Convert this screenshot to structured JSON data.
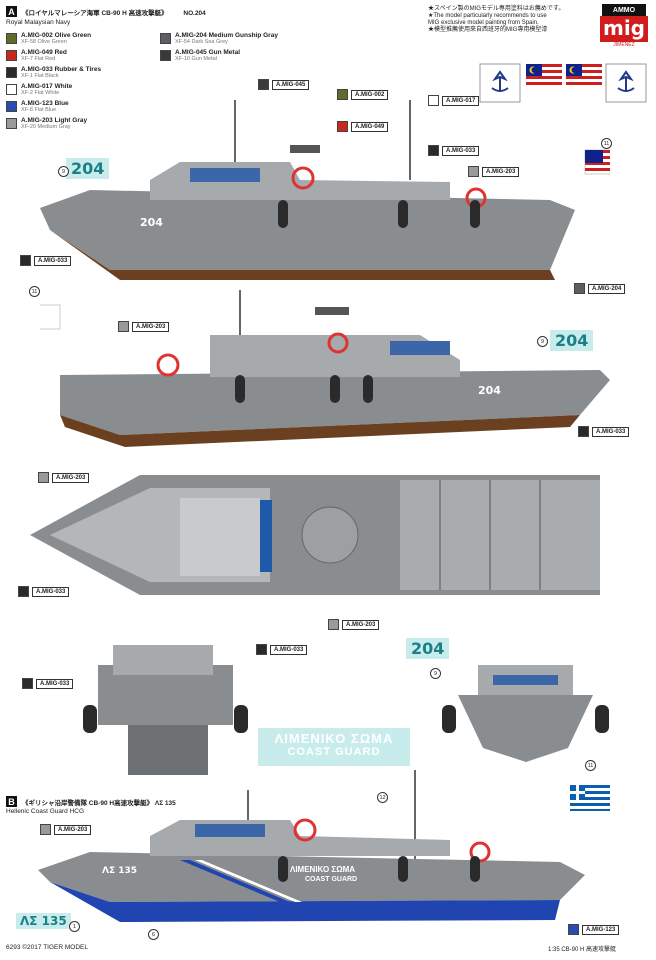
{
  "colors": {
    "olive_green": "#5f6d2a",
    "red": "#c8281e",
    "rubber_tires": "#2a2a2a",
    "white": "#ffffff",
    "blue": "#2a4bb0",
    "light_gray": "#9a9a9a",
    "medium_gunship_gray": "#5b5e63",
    "gun_metal": "#3a3a3a",
    "hull_gray": "#8a8d90",
    "hull_dark": "#555a5e",
    "badge_bg": "#c8ecec",
    "badge_text": "#1a7f87",
    "greek_blue": "#2145b0"
  },
  "section_a": {
    "letter": "A",
    "title": "《ロイヤルマレーシア海軍 CB-90 H 高速攻撃艇》",
    "number": "NO.204",
    "subtitle": "Royal Malaysian Navy"
  },
  "legend": {
    "left": [
      {
        "code": "A.MIG-002",
        "name": "Olive Green",
        "sub": "XF-58",
        "sub_name": "Olive Green",
        "color_key": "olive_green"
      },
      {
        "code": "A.MIG-049",
        "name": "Red",
        "sub": "XF-7",
        "sub_name": "Flat Red",
        "color_key": "red"
      },
      {
        "code": "A.MIG-033",
        "name": "Rubber & Tires",
        "sub": "XF-1",
        "sub_name": "Flat Black",
        "color_key": "rubber_tires"
      },
      {
        "code": "A.MIG-017",
        "name": "White",
        "sub": "XF-2",
        "sub_name": "Flat White",
        "color_key": "white"
      },
      {
        "code": "A.MIG-123",
        "name": "Blue",
        "sub": "XF-8",
        "sub_name": "Flat Blue",
        "color_key": "blue"
      },
      {
        "code": "A.MIG-203",
        "name": "Light Gray",
        "sub": "XF-20",
        "sub_name": "Medium Gray",
        "color_key": "light_gray"
      }
    ],
    "right": [
      {
        "code": "A.MIG-204",
        "name": "Medium Gunship Gray",
        "sub": "XF-54",
        "sub_name": "Dark Sea Grey",
        "color_key": "medium_gunship_gray"
      },
      {
        "code": "A.MIG-045",
        "name": "Gun Metal",
        "sub": "XF-10",
        "sub_name": "Gun Metal",
        "color_key": "gun_metal"
      }
    ]
  },
  "mig_note": {
    "line1": "★スペイン製のMIGモデル専用塗料はお薦めです。",
    "line2": "★The model particularly recommends to use",
    "line3": "MIG exclusive model painting from Spain.",
    "line4": "★模型推薦使用來自西班牙的MIG專用模型漆",
    "logo_top": "AMMO",
    "logo_main": "mig",
    "logo_sub": "JIMENEZ"
  },
  "callouts": {
    "c045": "A.MIG-045",
    "c002": "A.MIG-002",
    "c049": "A.MIG-049",
    "c017": "A.MIG-017",
    "c033a": "A.MIG-033",
    "c203a": "A.MIG-203",
    "c033b": "A.MIG-033",
    "c204": "A.MIG-204",
    "c203b": "A.MIG-203",
    "c033c": "A.MIG-033",
    "c203c": "A.MIG-203",
    "c033d": "A.MIG-033",
    "c203d": "A.MIG-203",
    "c033e": "A.MIG-033",
    "c033f": "A.MIG-033",
    "c203e": "A.MIG-203",
    "c123": "A.MIG-123"
  },
  "badges": {
    "b1": "204",
    "b2": "204",
    "b3": "204",
    "hull_a": "204",
    "hull_b": "204",
    "b_hull": "ΛΣ 135",
    "b_badge": "ΛΣ 135"
  },
  "marks": {
    "m9a": "9",
    "m11a": "11",
    "m11b": "11",
    "m9b": "9",
    "m9c": "9",
    "m11c": "11",
    "m12": "12",
    "m1": "1",
    "m6": "6"
  },
  "coast_guard": {
    "greek": "ΛΙΜΕΝΙΚΟ ΣΩΜΑ",
    "english": "COAST GUARD",
    "hull_greek": "ΛΙΜΕΝΙΚΟ ΣΩΜΑ",
    "hull_english": "COAST GUARD"
  },
  "section_b": {
    "letter": "B",
    "title": "《ギリシャ沿岸警備隊 CB-90 H高速攻撃艇》 ΛΣ 135",
    "subtitle": "Hellenic Coast Guard   HCG"
  },
  "footer": {
    "left": "6293 ©2017  TIGER MODEL",
    "right": "1:35 CB-90 H 高速攻撃艇"
  }
}
